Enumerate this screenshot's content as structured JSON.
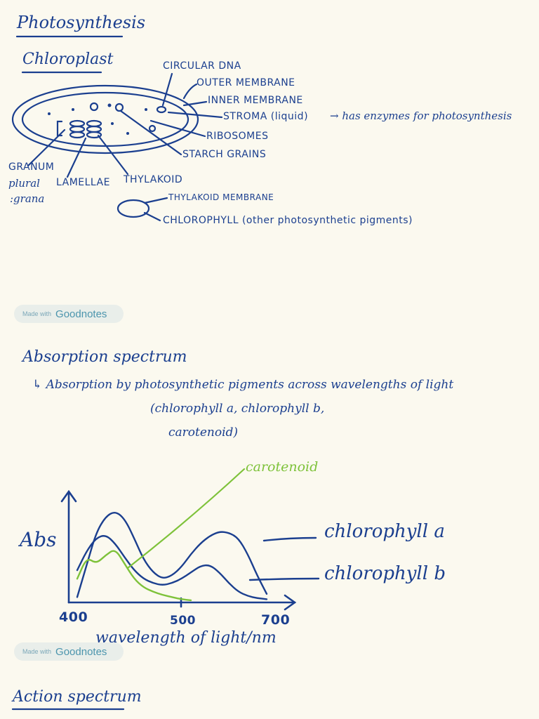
{
  "page": {
    "title": "Photosynthesis",
    "section1_heading": "Chloroplast",
    "section2_heading": "Absorption spectrum",
    "section3_heading": "Action spectrum"
  },
  "chloroplast": {
    "labels": {
      "circular_dna": "CIRCULAR DNA",
      "outer_membrane": "OUTER MEMBRANE",
      "inner_membrane": "INNER MEMBRANE",
      "stroma": "STROMA (liquid)",
      "stroma_note": "→ has enzymes for photosynthesis",
      "ribosomes": "RIBOSOMES",
      "starch_grains": "STARCH GRAINS",
      "granum": "GRANUM",
      "granum_plural_1": "plural",
      "granum_plural_2": ":grana",
      "lamellae": "LAMELLAE",
      "thylakoid": "THYLAKOID",
      "thylakoid_membrane": "THYLAKOID MEMBRANE",
      "chlorophyll": "CHLOROPHYLL (other photosynthetic pigments)"
    }
  },
  "absorption": {
    "description_line1": "↳ Absorption by photosynthetic pigments across wavelengths of light",
    "description_line2": "(chlorophyll a, chlorophyll b,",
    "description_line3": "carotenoid)"
  },
  "chart_data": {
    "type": "line",
    "title": "",
    "xlabel": "wavelength of light/nm",
    "ylabel": "Abs",
    "x_ticks": [
      "400",
      "500",
      "700"
    ],
    "xlim": [
      400,
      700
    ],
    "ylim": [
      0,
      1
    ],
    "grid": false,
    "series": [
      {
        "name": "chlorophyll a",
        "color": "#1b3f8f",
        "x": [
          400,
          415,
          430,
          445,
          460,
          475,
          490,
          505,
          520,
          535,
          550,
          565,
          580,
          595,
          610,
          625,
          640,
          655,
          670,
          685,
          700
        ],
        "y": [
          0.05,
          0.35,
          0.65,
          0.8,
          0.85,
          0.78,
          0.6,
          0.4,
          0.28,
          0.22,
          0.25,
          0.33,
          0.45,
          0.55,
          0.62,
          0.66,
          0.65,
          0.6,
          0.45,
          0.25,
          0.08
        ]
      },
      {
        "name": "chlorophyll b",
        "color": "#1b3f8f",
        "x": [
          400,
          415,
          430,
          445,
          460,
          475,
          490,
          505,
          520,
          535,
          550,
          565,
          580,
          595,
          610,
          625,
          640,
          655,
          670,
          685,
          700
        ],
        "y": [
          0.3,
          0.48,
          0.6,
          0.63,
          0.55,
          0.42,
          0.3,
          0.22,
          0.18,
          0.16,
          0.18,
          0.22,
          0.28,
          0.34,
          0.35,
          0.28,
          0.18,
          0.1,
          0.06,
          0.04,
          0.03
        ]
      },
      {
        "name": "carotenoid",
        "color": "#7ec23a",
        "x": [
          400,
          415,
          430,
          445,
          460,
          475,
          490,
          505,
          520,
          535,
          550,
          565,
          580
        ],
        "y": [
          0.22,
          0.42,
          0.36,
          0.44,
          0.5,
          0.36,
          0.22,
          0.14,
          0.1,
          0.07,
          0.05,
          0.03,
          0.02
        ]
      }
    ]
  },
  "branding": {
    "made_with": "Made with",
    "brand": "Goodnotes"
  }
}
